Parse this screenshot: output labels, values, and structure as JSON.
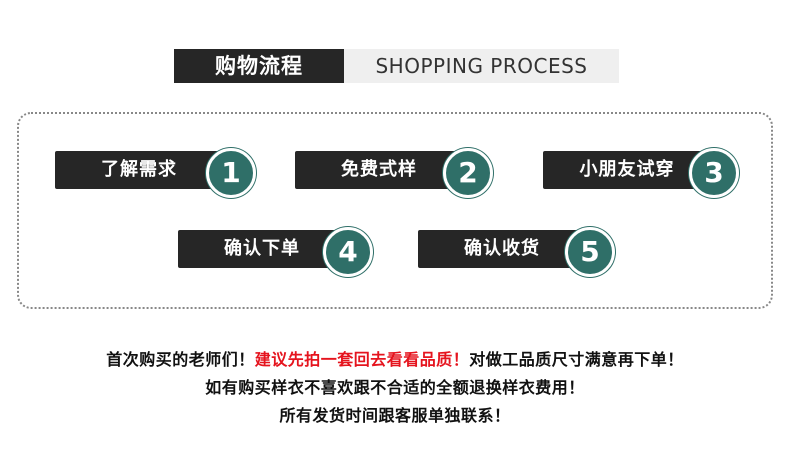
{
  "header": {
    "title_cn": "购物流程",
    "title_en": "SHOPPING PROCESS"
  },
  "steps": [
    {
      "label": "了解需求",
      "number": "1"
    },
    {
      "label": "免费式样",
      "number": "2"
    },
    {
      "label": "小朋友试穿",
      "number": "3"
    },
    {
      "label": "确认下单",
      "number": "4"
    },
    {
      "label": "确认收货",
      "number": "5"
    }
  ],
  "notice": {
    "line1_pre": "首次购买的老师们！",
    "line1_highlight": "建议先拍一套回去看看品质！",
    "line1_post": "对做工品质尺寸满意再下单！",
    "line2": "如有购买样衣不喜欢跟不合适的全额退换样衣费用！",
    "line3": "所有发货时间跟客服单独联系！"
  },
  "colors": {
    "label_bg": "#262626",
    "circle_bg": "#2f6f68",
    "highlight": "#e5141e"
  }
}
